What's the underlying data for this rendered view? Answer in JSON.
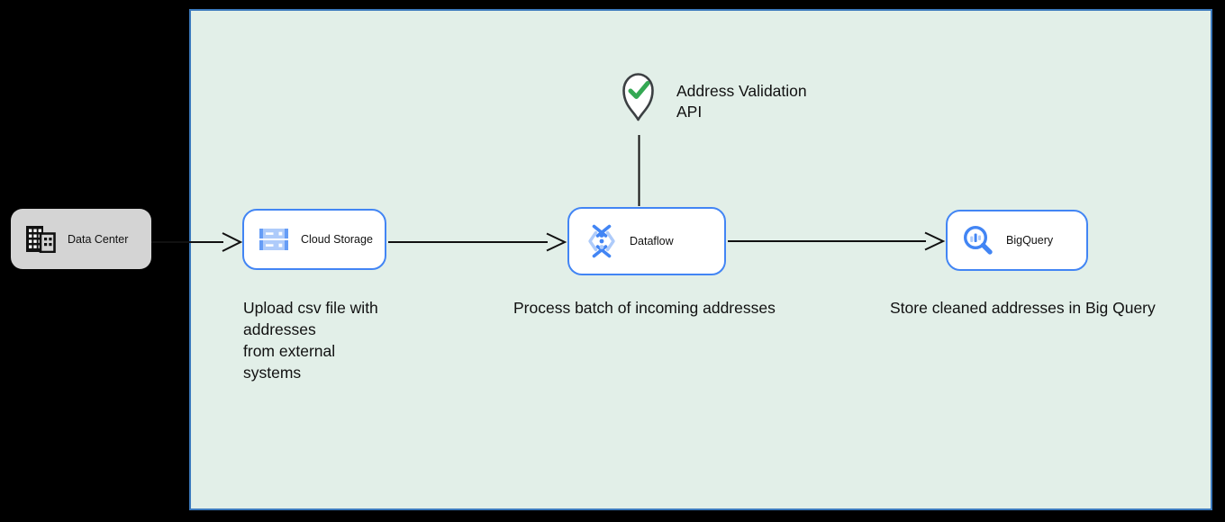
{
  "colors": {
    "bg": "#000000",
    "boundary-fill": "#e2efe8",
    "boundary-border": "#3b79bc",
    "node-fill": "#ffffff",
    "node-border": "#4285f4",
    "gray-node-fill": "#d4d4d4",
    "blue": "#4285f4",
    "blue-light": "#669df6",
    "blue-pale": "#aecbfa",
    "green-check": "#34a853",
    "pin-outline": "#3c4043",
    "ink": "#111111"
  },
  "diagram": {
    "external_node": {
      "label": "Data Center"
    },
    "nodes": [
      {
        "label": "Cloud Storage"
      },
      {
        "label": "Dataflow"
      },
      {
        "label": "BigQuery"
      }
    ],
    "annotation": {
      "label": "Address Validation\nAPI"
    },
    "captions": [
      {
        "text": "Upload csv file with\naddresses\nfrom external\nsystems"
      },
      {
        "text": "Process batch of incoming addresses"
      },
      {
        "text": "Store cleaned addresses in Big Query"
      }
    ]
  }
}
